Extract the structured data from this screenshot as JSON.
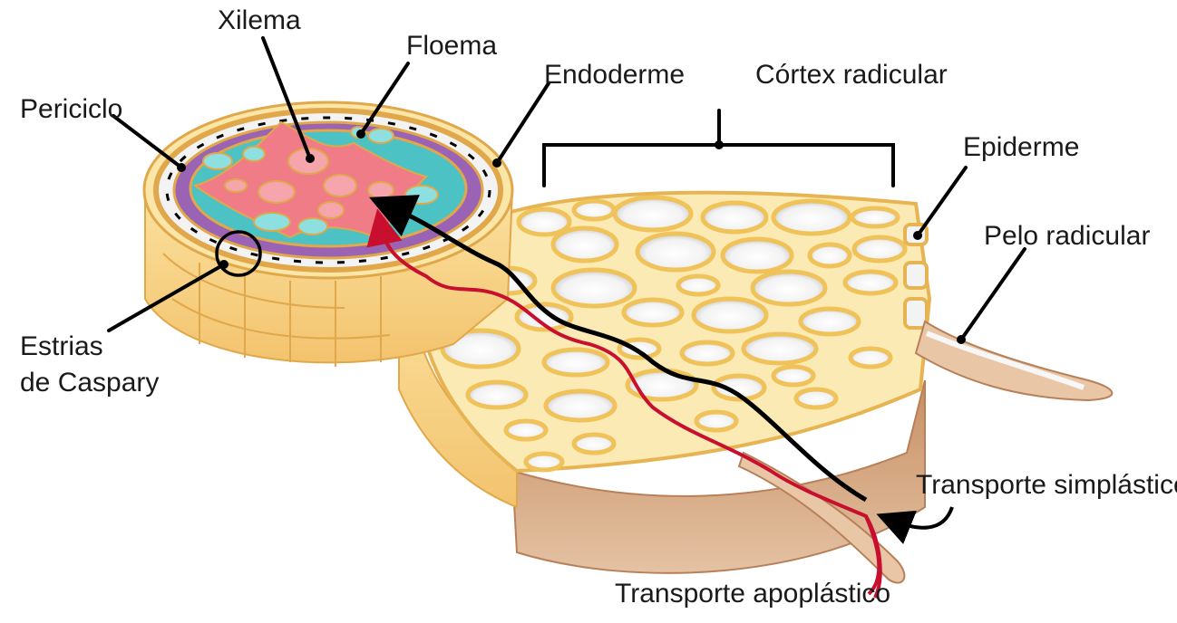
{
  "labels": {
    "xylem": "Xilema",
    "phloem": "Floema",
    "pericycle": "Periciclo",
    "endodermis": "Endoderme",
    "cortex": "Córtex radicular",
    "epidermis": "Epiderme",
    "root_hair": "Pelo radicular",
    "casparian_line1": "Estrias",
    "casparian_line2": "de Caspary",
    "symplastic": "Transporte simplástico",
    "apoplastic": "Transporte apoplástico"
  },
  "colors": {
    "xylem": "#ef7c86",
    "xylem_light": "#f6a5ac",
    "phloem": "#4cc2c4",
    "pericycle": "#9a63b4",
    "cell_wall": "#f0c25a",
    "cortex_cell": "#fbe6a7",
    "cortex_side": "#f5cf7d",
    "epidermis_dark": "#c99a72",
    "epidermis_light": "#e8c6a6",
    "vacuole": "#e9e9e9",
    "apoplastic_arrow": "#c8102e",
    "symplastic_arrow": "#000000"
  }
}
